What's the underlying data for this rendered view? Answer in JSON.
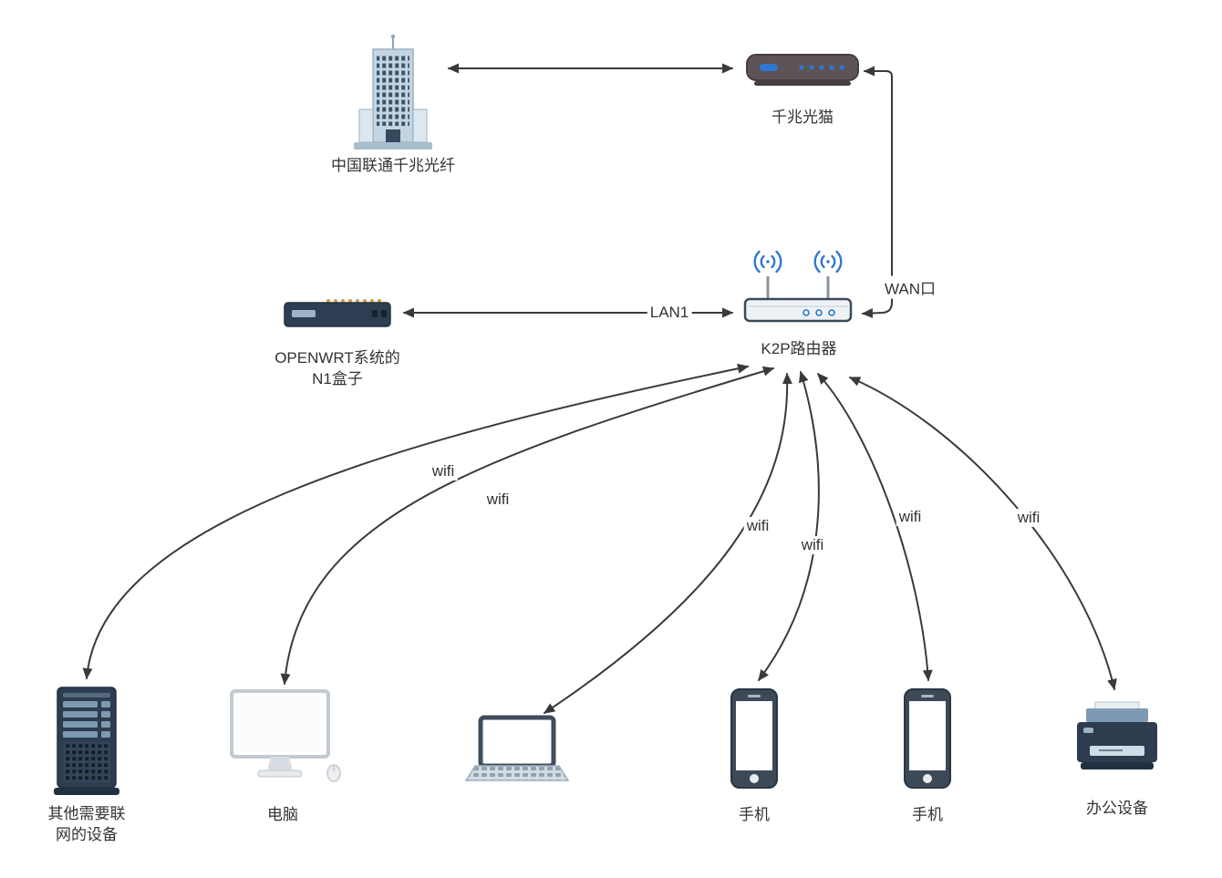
{
  "diagram": {
    "nodes": {
      "isp": {
        "icon": "office-building-icon",
        "label": "中国联通千兆光纤"
      },
      "modem": {
        "icon": "optical-modem-icon",
        "label": "千兆光猫"
      },
      "router": {
        "icon": "wifi-router-icon",
        "label": "K2P路由器"
      },
      "n1box": {
        "icon": "network-box-icon",
        "label_line1": "OPENWRT系统的",
        "label_line2": "N1盒子"
      },
      "server": {
        "icon": "server-tower-icon",
        "label_line1": "其他需要联",
        "label_line2": "网的设备"
      },
      "pc": {
        "icon": "desktop-computer-icon",
        "label": "电脑"
      },
      "laptop": {
        "icon": "laptop-icon"
      },
      "phone_left": {
        "icon": "smartphone-icon",
        "label": "手机"
      },
      "phone_right": {
        "icon": "smartphone-icon",
        "label": "手机"
      },
      "printer": {
        "icon": "printer-icon",
        "label": "办公设备"
      }
    },
    "edge_labels": {
      "wan": "WAN口",
      "lan": "LAN1",
      "wifi": "wifi"
    },
    "colors": {
      "arrow": "#3a3a3a",
      "accent_blue": "#2e77d0",
      "device_dark": "#2d3c4e",
      "device_mid": "#7e9ab3",
      "text": "#333333"
    }
  }
}
